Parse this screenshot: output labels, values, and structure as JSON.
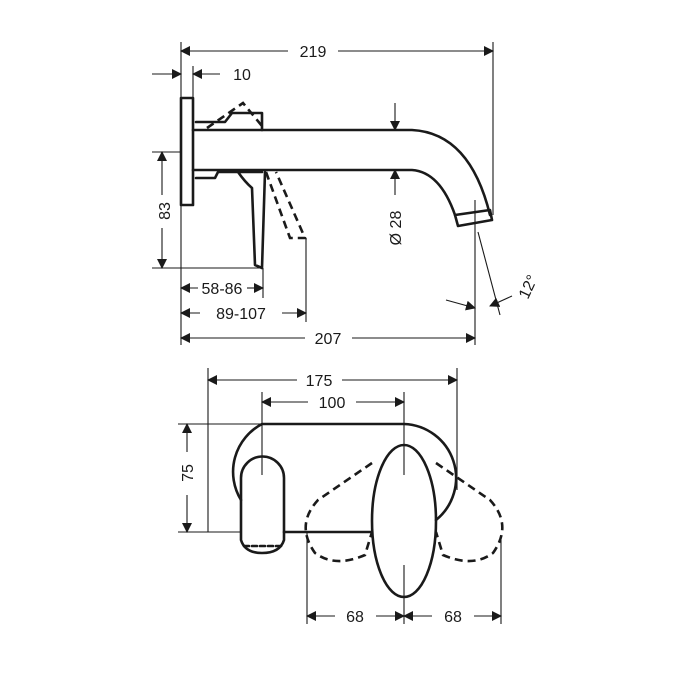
{
  "side_view": {
    "overall_length": "219",
    "plate_thickness": "10",
    "height": "83",
    "wall_range_1": "58-86",
    "wall_range_2": "89-107",
    "spout_projection": "207",
    "spout_diameter": "Ø 28",
    "spout_angle": "12°"
  },
  "front_view": {
    "plate_width": "175",
    "center_distance": "100",
    "plate_height": "75",
    "handle_swing_left": "68",
    "handle_swing_right": "68"
  }
}
